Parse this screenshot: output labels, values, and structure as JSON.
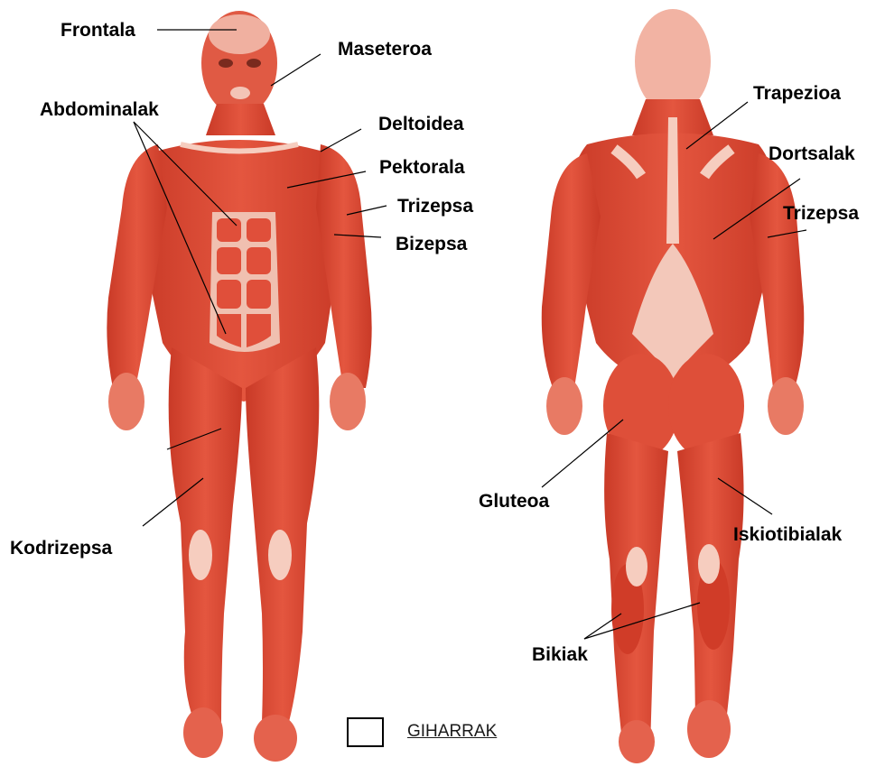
{
  "labels": {
    "frontala": "Frontala",
    "maseteroa": "Maseteroa",
    "abdominalak": "Abdominalak",
    "deltoidea": "Deltoidea",
    "pektorala": "Pektorala",
    "trizepsa_front": "Trizepsa",
    "bizepsa": "Bizepsa",
    "kodrizepsa": "Kodrizepsa",
    "trapezioa": "Trapezioa",
    "dortsalak": "Dortsalak",
    "trizepsa_back": "Trizepsa",
    "gluteoa": "Gluteoa",
    "iskiotibialak": "Iskiotibialak",
    "bikiak": "Bikiak"
  },
  "legend": {
    "text": "GIHARRAK"
  },
  "colors": {
    "muscle": "#dc4a35",
    "muscle_dark": "#b8301f",
    "tendon": "#f6cdbf",
    "skin_light": "#f2b3a3",
    "line": "#000000"
  }
}
